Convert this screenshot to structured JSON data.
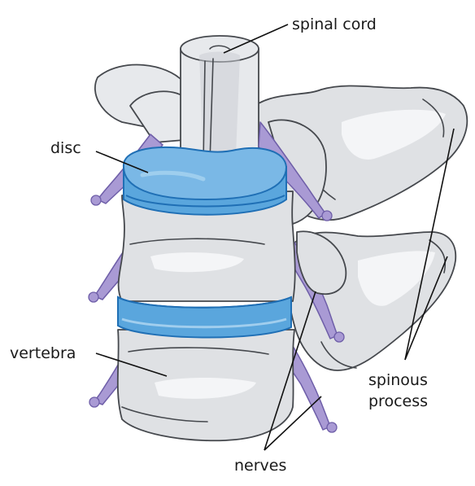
{
  "labels": {
    "spinal_cord": "spinal cord",
    "disc": "disc",
    "vertebra": "vertebra",
    "spinous_process_line1": "spinous",
    "spinous_process_line2": "process",
    "nerves": "nerves"
  },
  "colors": {
    "bone": "#dfe1e4",
    "disc": "#5aa6dd",
    "nerve": "#a99ad4",
    "outline": "#45484d"
  }
}
